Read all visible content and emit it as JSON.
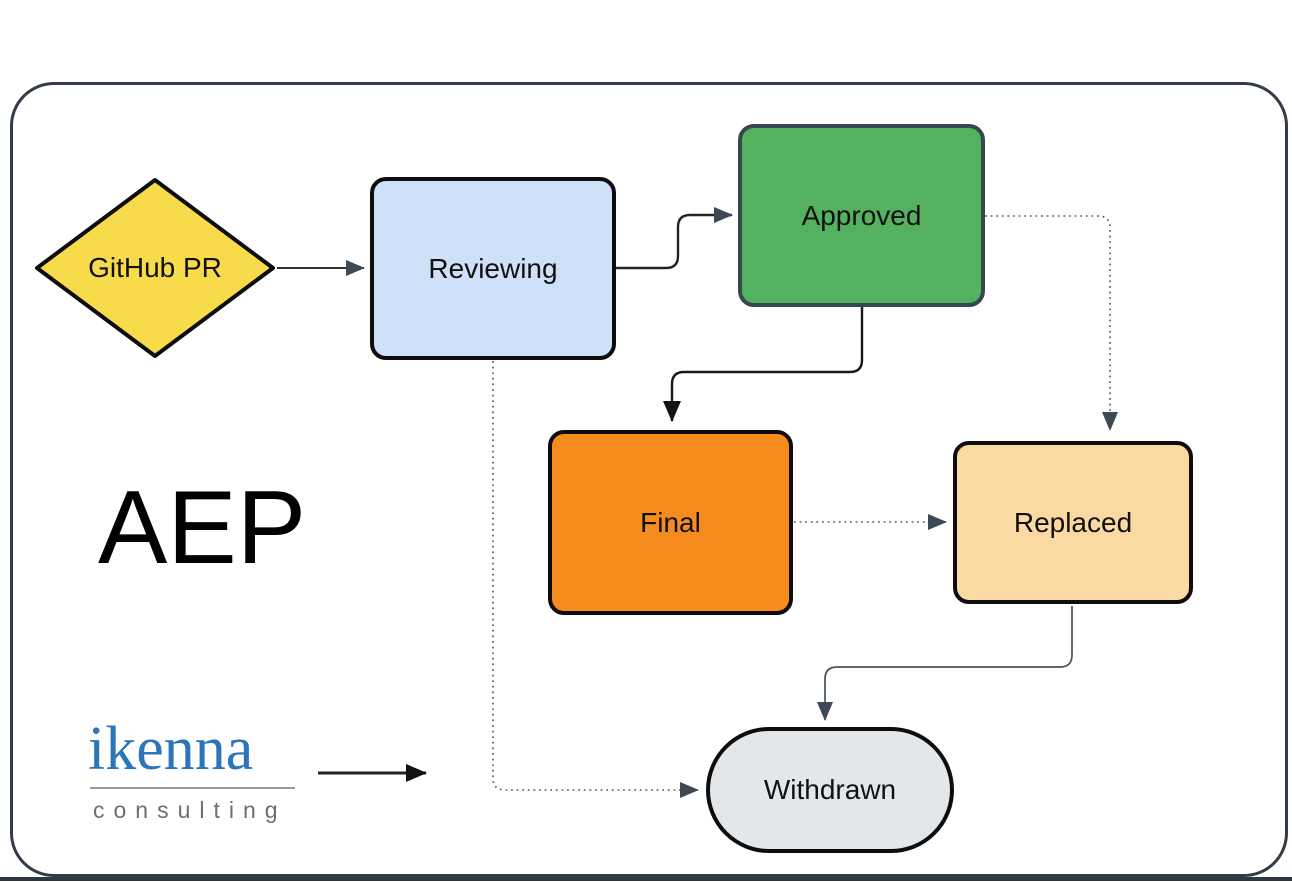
{
  "title": "AEP",
  "frame": {
    "border_color": "#323B49"
  },
  "diagram": {
    "nodes": [
      {
        "id": "github_pr",
        "label": "GitHub PR",
        "shape": "diamond",
        "fill": "#F8DB4A",
        "border": "#0d0d0d"
      },
      {
        "id": "reviewing",
        "label": "Reviewing",
        "shape": "rounded-rect",
        "fill": "#CEE1F8",
        "border": "#0d0d0d"
      },
      {
        "id": "approved",
        "label": "Approved",
        "shape": "rounded-rect",
        "fill": "#54B15F",
        "border": "#37474F"
      },
      {
        "id": "final",
        "label": "Final",
        "shape": "rounded-rect",
        "fill": "#F68C1E",
        "border": "#0d0d0d"
      },
      {
        "id": "replaced",
        "label": "Replaced",
        "shape": "rounded-rect",
        "fill": "#FBD9A2",
        "border": "#0d0d0d"
      },
      {
        "id": "withdrawn",
        "label": "Withdrawn",
        "shape": "stadium",
        "fill": "#E4E7EA",
        "border": "#0d0d0d"
      }
    ],
    "edges": [
      {
        "from": "github_pr",
        "to": "reviewing",
        "style": "solid"
      },
      {
        "from": "reviewing",
        "to": "approved",
        "style": "solid"
      },
      {
        "from": "approved",
        "to": "final",
        "style": "solid"
      },
      {
        "from": "approved",
        "to": "replaced",
        "style": "dotted"
      },
      {
        "from": "final",
        "to": "replaced",
        "style": "dotted"
      },
      {
        "from": "replaced",
        "to": "withdrawn",
        "style": "solid"
      },
      {
        "from": "reviewing",
        "to": "withdrawn",
        "style": "dotted"
      }
    ],
    "arrowhead_colors": {
      "slate": "#3E4954",
      "black": "#111111"
    }
  },
  "logo": {
    "wordmark": "ikenna",
    "tagline": "consulting",
    "wordmark_color": "#2B76B9",
    "tagline_color": "#6E6E6E"
  }
}
